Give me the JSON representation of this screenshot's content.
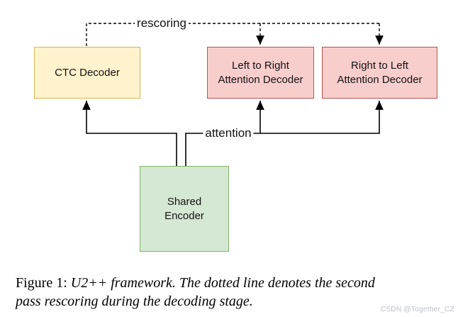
{
  "figure": {
    "nodes": {
      "ctc": {
        "label": "CTC Decoder"
      },
      "l2r": {
        "line1": "Left to Right",
        "line2": "Attention Decoder"
      },
      "r2l": {
        "line1": "Right to Left",
        "line2": "Attention Decoder"
      },
      "encoder": {
        "line1": "Shared",
        "line2": "Encoder"
      }
    },
    "edges": {
      "rescoring_label": "rescoring",
      "attention_label": "attention"
    },
    "colors": {
      "ctc_fill": "#FFF2CC",
      "ctc_border": "#D6B656",
      "attention_decoder_fill": "#F8CECC",
      "attention_decoder_border": "#B85450",
      "encoder_fill": "#D5E8D4",
      "encoder_border": "#82B366",
      "connector_line": "#000000"
    }
  },
  "caption": {
    "label": "Figure 1:",
    "line1_italic": "U2++ framework. The dotted line denotes the second",
    "line2_italic": "pass rescoring during the decoding stage."
  },
  "watermark": "CSDN @Together_CZ"
}
